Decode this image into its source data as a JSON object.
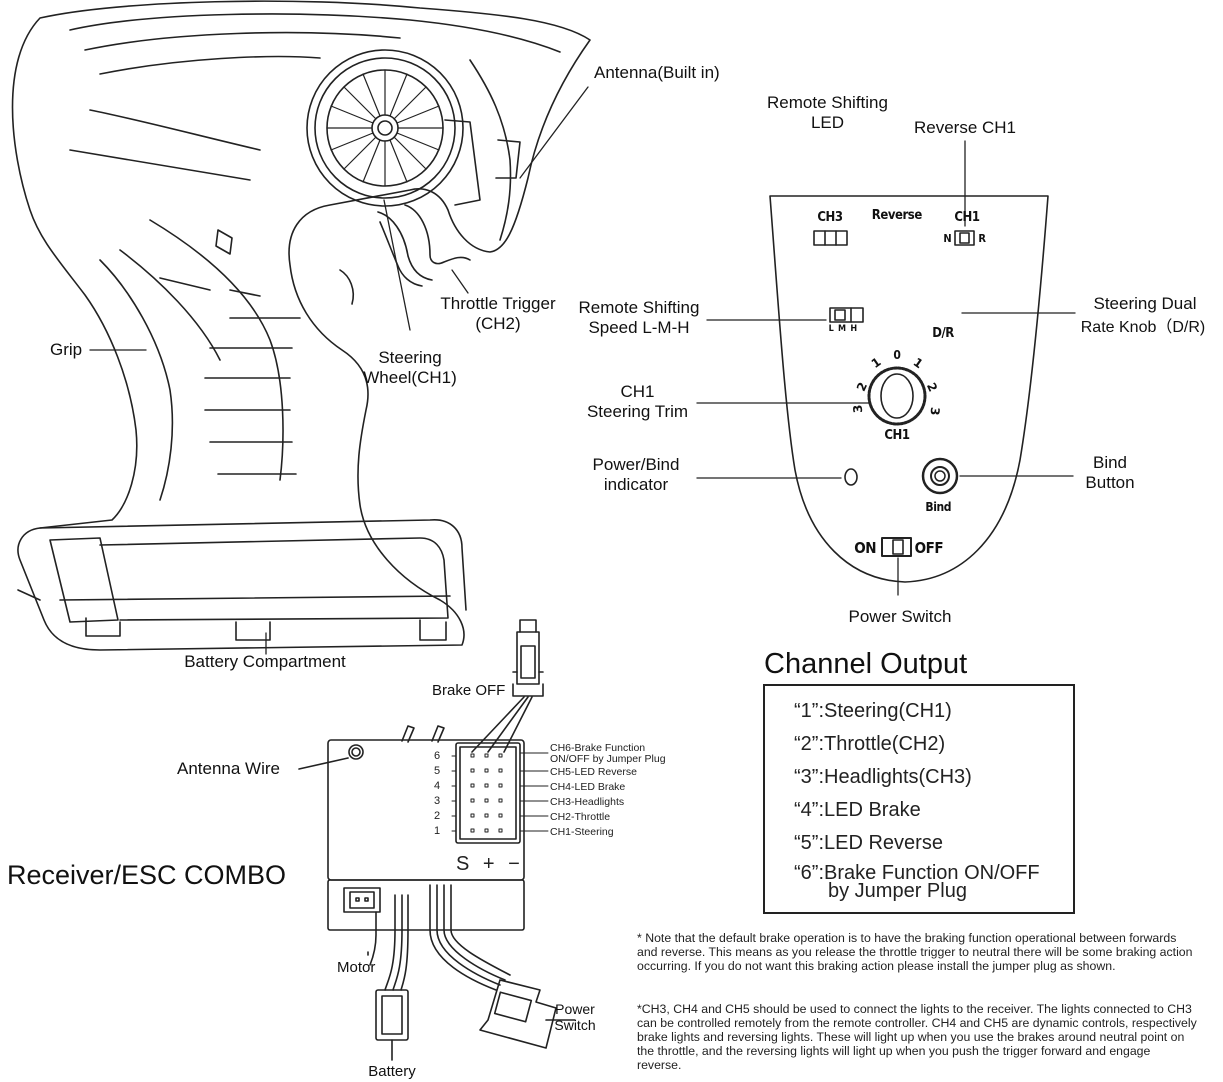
{
  "labels": {
    "antenna_builtin": "Antenna(Built in)",
    "remote_shifting_led": "Remote Shifting\nLED",
    "reverse_ch1": "Reverse CH1",
    "throttle_trigger": "Throttle Trigger\n(CH2)",
    "remote_shifting_speed": "Remote Shifting\nSpeed L-M-H",
    "steering_dual_rate": "Steering Dual",
    "steering_dual_rate_2": "Rate Knob（D/R)",
    "grip": "Grip",
    "steering_wheel": "Steering\nWheel(CH1)",
    "ch1_steering_trim": "CH1\nSteering Trim",
    "power_bind_indicator": "Power/Bind\nindicator",
    "bind_button": "Bind\nButton",
    "power_switch": "Power Switch",
    "battery_compartment": "Battery Compartment",
    "brake_off": "Brake OFF",
    "antenna_wire": "Antenna Wire",
    "receiver_title": "Receiver/ESC COMBO",
    "motor": "Motor",
    "battery": "Battery",
    "power_switch_rx": "Power\nSwitch"
  },
  "panel": {
    "ch3": "CH3",
    "reverse": "Reverse",
    "ch1": "CH1",
    "n": "N",
    "r": "R",
    "lmh": "L  M  H",
    "dr": "D/R",
    "dial_left": [
      "1",
      "2",
      "3"
    ],
    "dial_top": "0",
    "dial_right": [
      "1",
      "2",
      "3"
    ],
    "ch1_dial": "CH1",
    "bind": "Bind",
    "on": "ON",
    "off": "OFF"
  },
  "receiver": {
    "channels": [
      "6",
      "5",
      "4",
      "3",
      "2",
      "1"
    ],
    "pin_labels": [
      "CH6-Brake Function",
      "ON/OFF by Jumper Plug",
      "CH5-LED Reverse",
      "CH4-LED Brake",
      "CH3-Headlights",
      "CH2-Throttle",
      "CH1-Steering"
    ],
    "polarity": "S + −"
  },
  "channel_output": {
    "title": "Channel Output",
    "lines": [
      "“1”:Steering(CH1)",
      "“2”:Throttle(CH2)",
      "“3”:Headlights(CH3)",
      "“4”:LED Brake",
      "“5”:LED Reverse",
      "“6”:Brake Function ON/OFF",
      "by Jumper Plug"
    ]
  },
  "notes": {
    "note1": "* Note that the default brake operation is to have the braking function operational between forwards and reverse. This means as you release the throttle trigger to neutral there will be some braking action occurring. If you do not want this braking action please install the jumper plug as shown.",
    "note2": "*CH3, CH4 and CH5 should be used to connect the lights to the receiver. The lights connected to CH3 can be controlled remotely from the remote controller. CH4 and CH5 are dynamic controls, respectively brake lights and reversing lights. These will light up when you use the brakes around neutral point on the throttle, and the reversing lights will light up when you push the trigger forward and engage reverse."
  }
}
